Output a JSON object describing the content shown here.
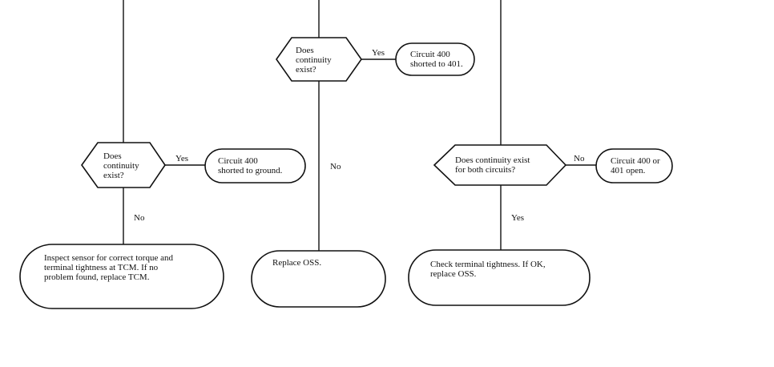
{
  "flowchart": {
    "decisions": {
      "continuity_middle": [
        "Does",
        "continuity",
        "exist?"
      ],
      "continuity_left": [
        "Does",
        "continuity",
        "exist?"
      ],
      "continuity_right": [
        "Does continuity exist",
        "for both circuits?"
      ]
    },
    "outcomes": {
      "shorted_401": [
        "Circuit 400",
        "shorted to 401."
      ],
      "shorted_ground": [
        "Circuit 400",
        "shorted to ground."
      ],
      "open_circuit": [
        "Circuit 400 or",
        "401 open."
      ]
    },
    "actions": {
      "inspect_sensor": [
        "Inspect sensor for correct torque and",
        "terminal tightness at TCM. If no",
        "problem found, replace TCM."
      ],
      "replace_oss": [
        "Replace OSS."
      ],
      "check_terminal": [
        "Check terminal tightness. If OK,",
        "replace OSS."
      ]
    },
    "labels": {
      "yes": "Yes",
      "no": "No"
    }
  }
}
